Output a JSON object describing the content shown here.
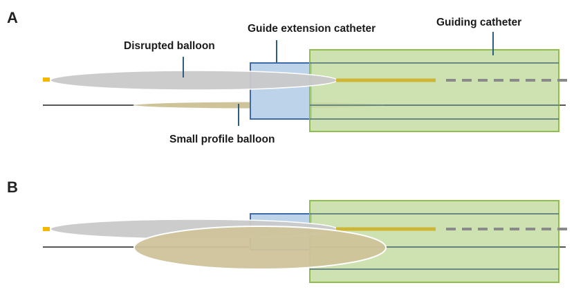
{
  "panels": {
    "a": {
      "letter": "A"
    },
    "b": {
      "letter": "B"
    }
  },
  "labels": {
    "disrupted_balloon": "Disrupted balloon",
    "guide_extension_catheter": "Guide extension catheter",
    "guiding_catheter": "Guiding catheter",
    "small_profile_balloon": "Small profile balloon"
  },
  "colors": {
    "guiding_catheter_fill": "#c5dca3",
    "guiding_catheter_edge": "#8fbe4e",
    "guide_extension_fill": "#bcd3ea",
    "guide_extension_edge": "#3d6aa8",
    "balloon_gray": "#c9c9c9",
    "balloon_tan": "#cfc39a",
    "wire_yellow": "#cdb535",
    "wire_dark": "#555555",
    "dashed_wire": "#8a8a8a",
    "leader": "#2d5f7c",
    "catheter_line": "#4a6a76"
  }
}
